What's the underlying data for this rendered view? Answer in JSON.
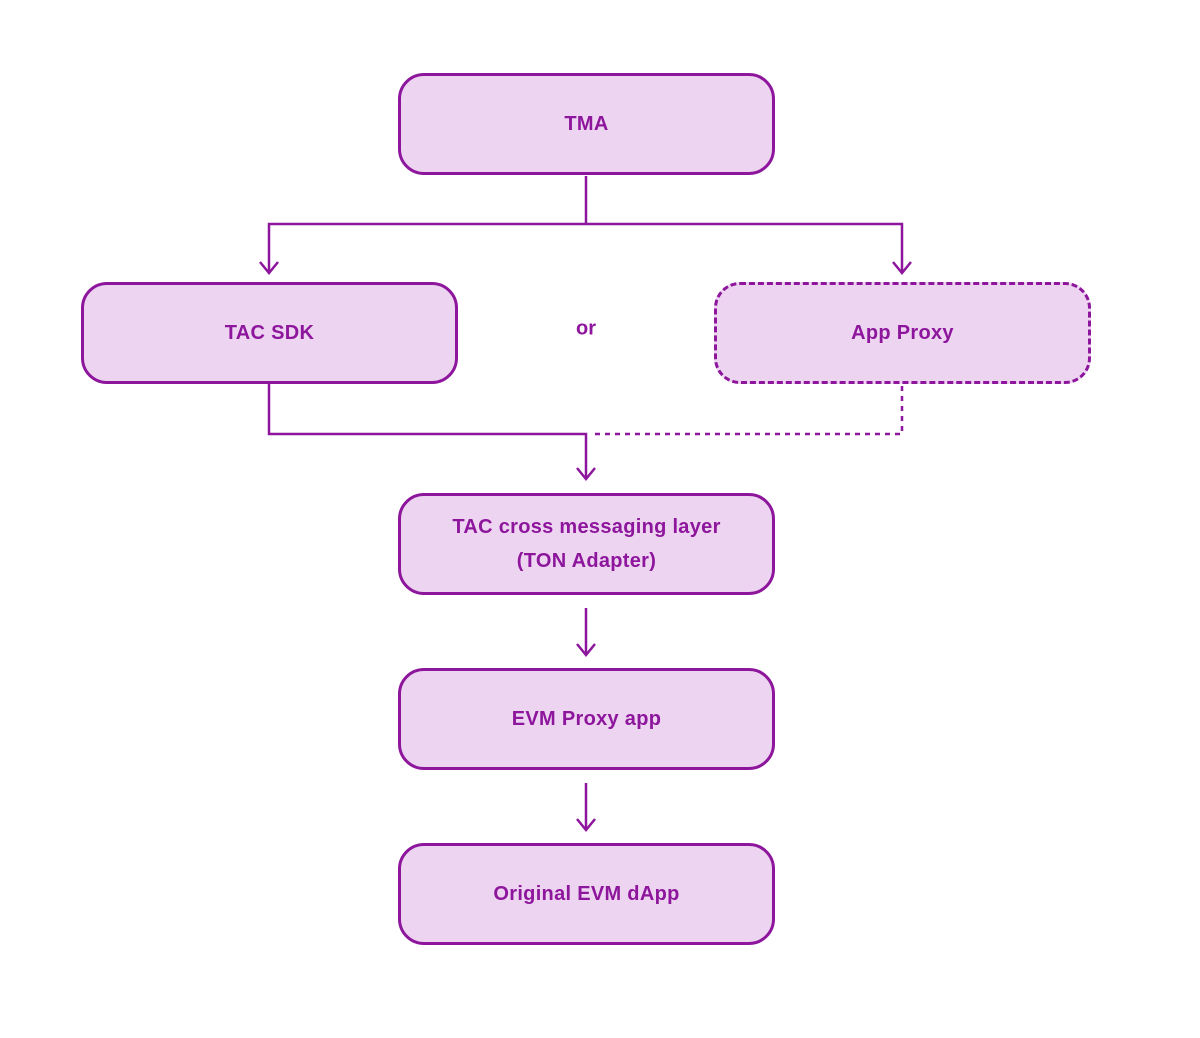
{
  "colors": {
    "background": "#ffffff",
    "node_fill": "#edd5f1",
    "stroke": "#8d169c",
    "text": "#8d169c"
  },
  "diagram": {
    "type": "flowchart",
    "nodes": {
      "tma": {
        "label": "TMA",
        "border": "solid"
      },
      "tac_sdk": {
        "label": "TAC SDK",
        "border": "solid"
      },
      "app_proxy": {
        "label": "App Proxy",
        "border": "dashed"
      },
      "ton_adapter": {
        "line1": "TAC cross messaging layer",
        "line2": "(TON Adapter)",
        "border": "solid"
      },
      "evm_proxy": {
        "label": "EVM Proxy app",
        "border": "solid"
      },
      "original_dapp": {
        "label": "Original EVM dApp",
        "border": "solid"
      }
    },
    "connector_label": {
      "or": "or"
    },
    "edges": [
      {
        "from": "TMA",
        "to": "TAC SDK",
        "style": "solid",
        "arrow": true
      },
      {
        "from": "TMA",
        "to": "App Proxy",
        "style": "solid",
        "arrow": true
      },
      {
        "from": "TAC SDK",
        "to": "TAC cross messaging layer (TON Adapter)",
        "style": "solid",
        "arrow": true
      },
      {
        "from": "App Proxy",
        "to": "TAC cross messaging layer (TON Adapter)",
        "style": "dashed",
        "arrow": false
      },
      {
        "from": "TAC cross messaging layer (TON Adapter)",
        "to": "EVM Proxy app",
        "style": "solid",
        "arrow": true
      },
      {
        "from": "EVM Proxy app",
        "to": "Original EVM dApp",
        "style": "solid",
        "arrow": true
      }
    ]
  }
}
